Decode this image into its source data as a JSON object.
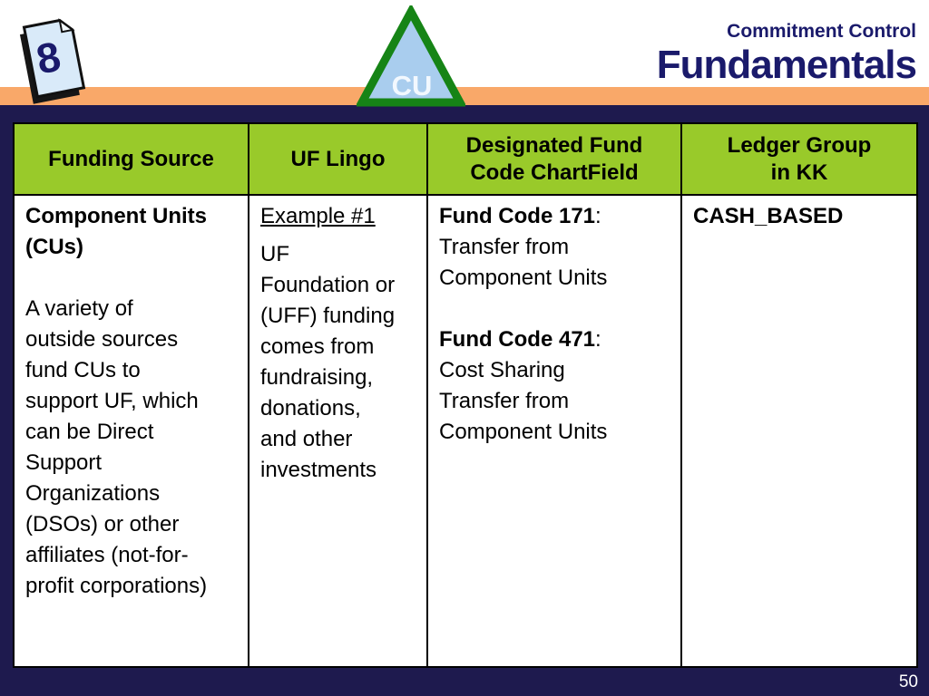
{
  "page_icon": {
    "number": "8"
  },
  "header": {
    "kicker": "Commitment Control",
    "title": "Fundamentals"
  },
  "triangle_badge": {
    "label": "CU"
  },
  "table": {
    "columns": [
      "Funding Source",
      "UF Lingo",
      "Designated Fund\nCode ChartField",
      "Ledger Group\nin KK"
    ],
    "row": {
      "funding_source": {
        "title": "Component Units\n(CUs)",
        "description": "A variety of\noutside sources\nfund CUs to\nsupport UF, which\ncan be Direct\nSupport\nOrganizations\n(DSOs) or other\naffiliates (not-for-\nprofit corporations)"
      },
      "uf_lingo": {
        "heading": "Example #1",
        "body": "UF\nFoundation or\n(UFF) funding\ncomes from\nfundraising,\ndonations,\nand other\ninvestments"
      },
      "fund_code": {
        "entry1": {
          "code": "Fund Code 171",
          "colon": ":",
          "desc": "Transfer from\nComponent Units"
        },
        "entry2": {
          "code": "Fund Code 471",
          "colon": ":",
          "desc": "Cost Sharing\nTransfer from\nComponent Units"
        }
      },
      "ledger_group": "CASH_BASED"
    }
  },
  "footer": {
    "page_number": "50"
  },
  "colors": {
    "header_green": "#99CA2A",
    "slide_navy": "#1E1A4E",
    "accent_orange": "#F9A869",
    "title_navy": "#1A1A6B",
    "triangle_border_green": "#168416",
    "triangle_fill_blue": "#A9CDEE",
    "page_icon_fill": "#D9EAF9"
  }
}
